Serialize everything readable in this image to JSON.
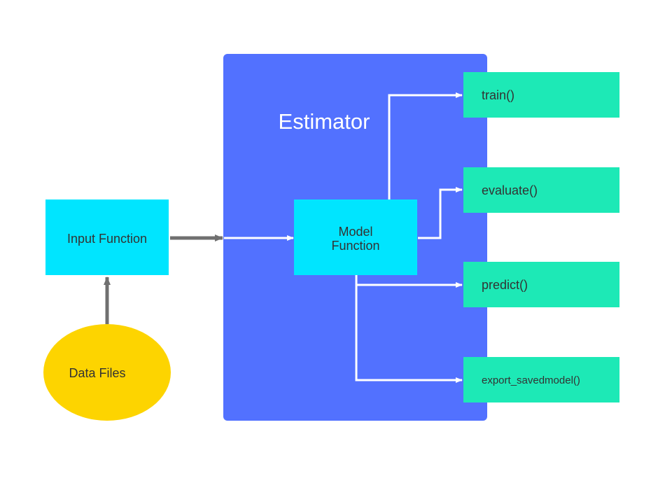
{
  "estimator": {
    "title": "Estimator",
    "model_function": [
      "Model",
      "Function"
    ]
  },
  "input_function": "Input Function",
  "data_files": "Data Files",
  "methods": [
    "train()",
    "evaluate()",
    "predict()",
    "export_savedmodel()"
  ],
  "colors": {
    "estimator_fill": "#5271ff",
    "box_cyan": "#00e5ff",
    "method_fill": "#1de9b6",
    "data_files_fill": "#fdd400",
    "gray_arrow": "#707070",
    "white_arrow": "#ffffff",
    "text_dark": "#333333"
  }
}
